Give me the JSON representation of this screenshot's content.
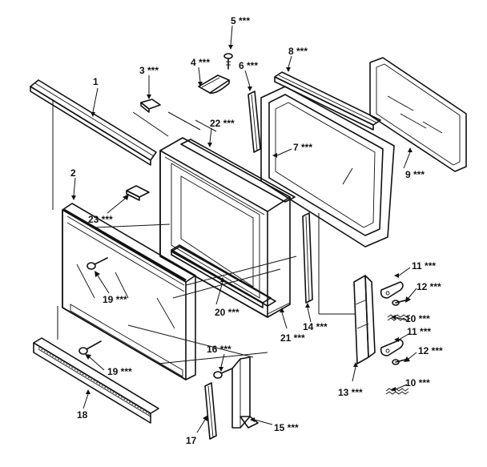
{
  "callouts": [
    {
      "id": "p1",
      "text": "1"
    },
    {
      "id": "p2",
      "text": "2"
    },
    {
      "id": "p3",
      "text": "3 ***"
    },
    {
      "id": "p4",
      "text": "4 ***"
    },
    {
      "id": "p5",
      "text": "5 ***"
    },
    {
      "id": "p6",
      "text": "6 ***"
    },
    {
      "id": "p7",
      "text": "7 ***"
    },
    {
      "id": "p8",
      "text": "8 ***"
    },
    {
      "id": "p9",
      "text": "9 ***"
    },
    {
      "id": "p10a",
      "text": "10 ***"
    },
    {
      "id": "p10b",
      "text": "10 ***"
    },
    {
      "id": "p11a",
      "text": "11 ***"
    },
    {
      "id": "p11b",
      "text": "11 ***"
    },
    {
      "id": "p12a",
      "text": "12 ***"
    },
    {
      "id": "p12b",
      "text": "12 ***"
    },
    {
      "id": "p13",
      "text": "13 ***"
    },
    {
      "id": "p14",
      "text": "14 ***"
    },
    {
      "id": "p15",
      "text": "15 ***"
    },
    {
      "id": "p16",
      "text": "16 ***"
    },
    {
      "id": "p17",
      "text": "17"
    },
    {
      "id": "p18",
      "text": "18"
    },
    {
      "id": "p19a",
      "text": "19 ***"
    },
    {
      "id": "p19b",
      "text": "19 ***"
    },
    {
      "id": "p20",
      "text": "20 ***"
    },
    {
      "id": "p21",
      "text": "21 ***"
    },
    {
      "id": "p22",
      "text": "22 ***"
    },
    {
      "id": "p23",
      "text": "23 ***"
    }
  ]
}
